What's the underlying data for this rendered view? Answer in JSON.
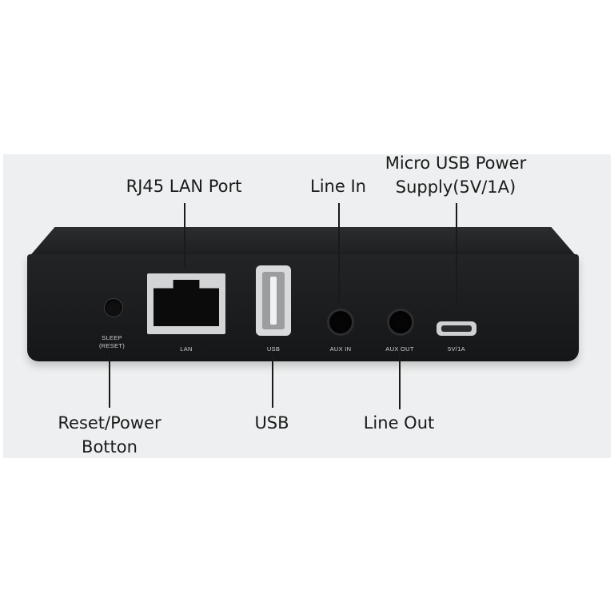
{
  "callouts": {
    "rj45": "RJ45 LAN Port",
    "line_in": "Line In",
    "micro_usb_line1": "Micro USB Power",
    "micro_usb_line2": "Supply(5V/1A)",
    "reset_line1": "Reset/Power",
    "reset_line2": "Botton",
    "usb": "USB",
    "line_out": "Line Out"
  },
  "device_labels": {
    "sleep_line1": "SLEEP",
    "sleep_line2": "(RESET)",
    "lan": "LAN",
    "usb": "USB",
    "aux_in": "AUX IN",
    "aux_out": "AUX OUT",
    "power": "5V/1A"
  },
  "colors": {
    "background_band": "#eeeff0",
    "device_body": "#1c1d1f",
    "callout_text": "#1a1a1a"
  }
}
